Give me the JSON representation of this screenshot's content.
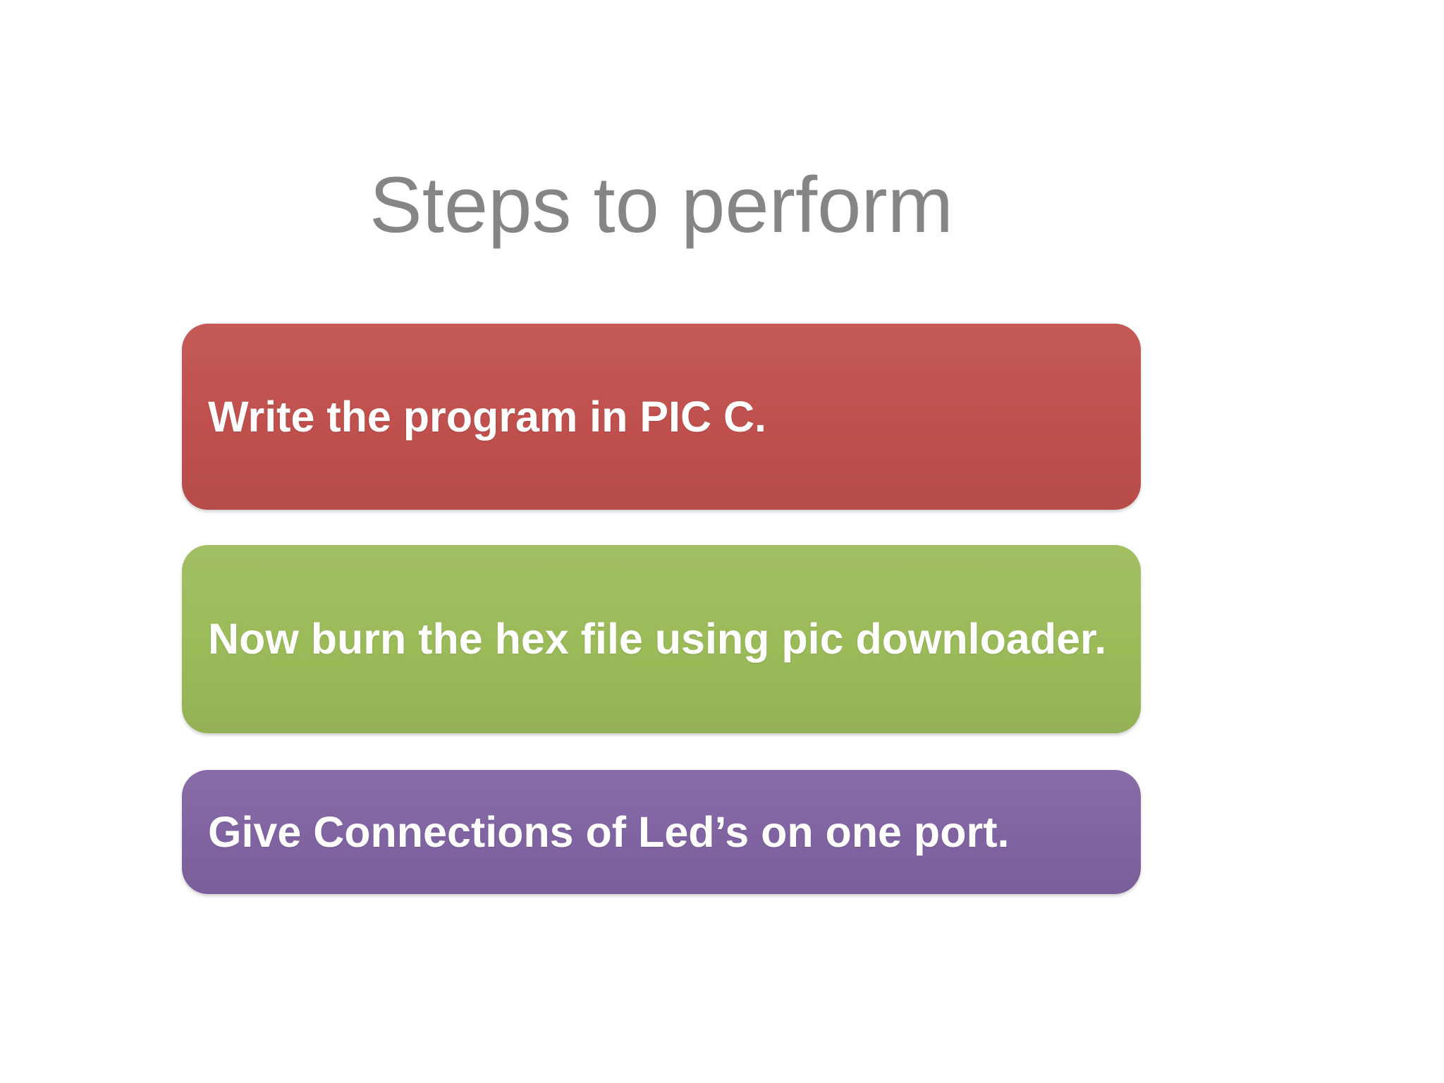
{
  "slide": {
    "title": "Steps to perform",
    "colors": {
      "background": "#FFFFFF",
      "title_text": "#858585",
      "step_text": "#FFFFFF"
    },
    "steps": [
      {
        "label": "Write the program in PIC C.",
        "color": "#C0504D"
      },
      {
        "label": "Now burn the hex file using pic downloader.",
        "color": "#9BBB59"
      },
      {
        "label": "Give Connections of Led’s on one port.",
        "color": "#8064A2"
      }
    ]
  }
}
